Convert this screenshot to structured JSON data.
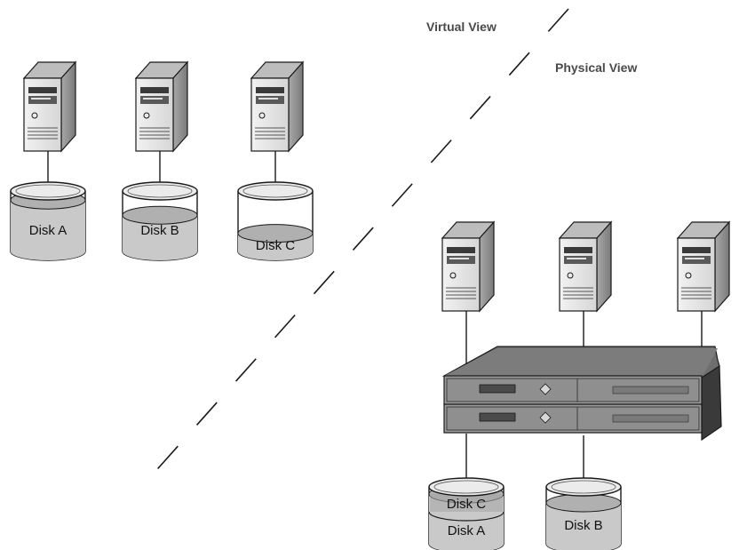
{
  "labels": {
    "virtual_view": "Virtual View",
    "physical_view": "Physical View"
  },
  "virtual": {
    "disks": [
      {
        "label": "Disk A",
        "fill": 0.85
      },
      {
        "label": "Disk B",
        "fill": 0.6
      },
      {
        "label": "Disk C",
        "fill": 0.3
      }
    ]
  },
  "physical": {
    "disks": [
      {
        "labels": [
          "Disk C",
          "Disk A"
        ]
      },
      {
        "labels": [
          "Disk B"
        ]
      }
    ]
  },
  "colors": {
    "stroke": "#1a1a1a",
    "disk_fill": "#c9c9c9",
    "disk_top": "#ebebeb",
    "server_body": "#e6e6e6",
    "server_side": "#9a9a9a",
    "server_top": "#bdbdbd",
    "device_body": "#8a8a8a",
    "device_dark": "#4a4a4a"
  }
}
